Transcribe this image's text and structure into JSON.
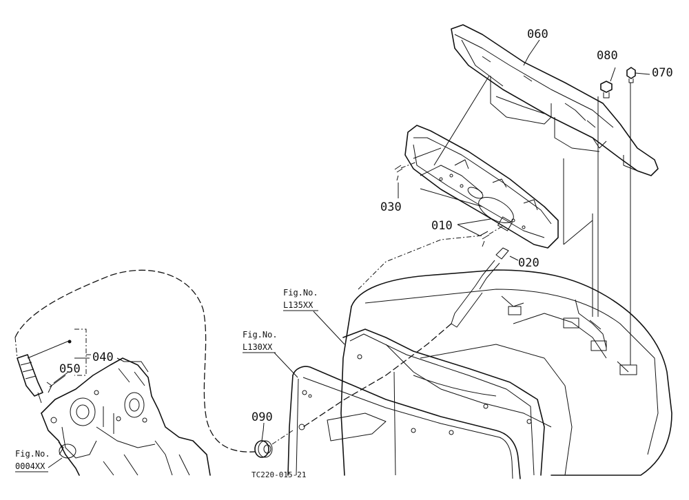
{
  "parts": {
    "p060": "060",
    "p080": "080",
    "p070": "070",
    "p030": "030",
    "p010": "010",
    "p020": "020",
    "p040": "040",
    "p050": "050",
    "p090": "090"
  },
  "refs": {
    "l135": {
      "line1": "Fig.No.",
      "line2": "L135XX"
    },
    "l130": {
      "line1": "Fig.No.",
      "line2": "L130XX"
    },
    "f0004": {
      "line1": "Fig.No.",
      "line2": "0004XX"
    }
  },
  "drawing_code": "TC220-015-21"
}
